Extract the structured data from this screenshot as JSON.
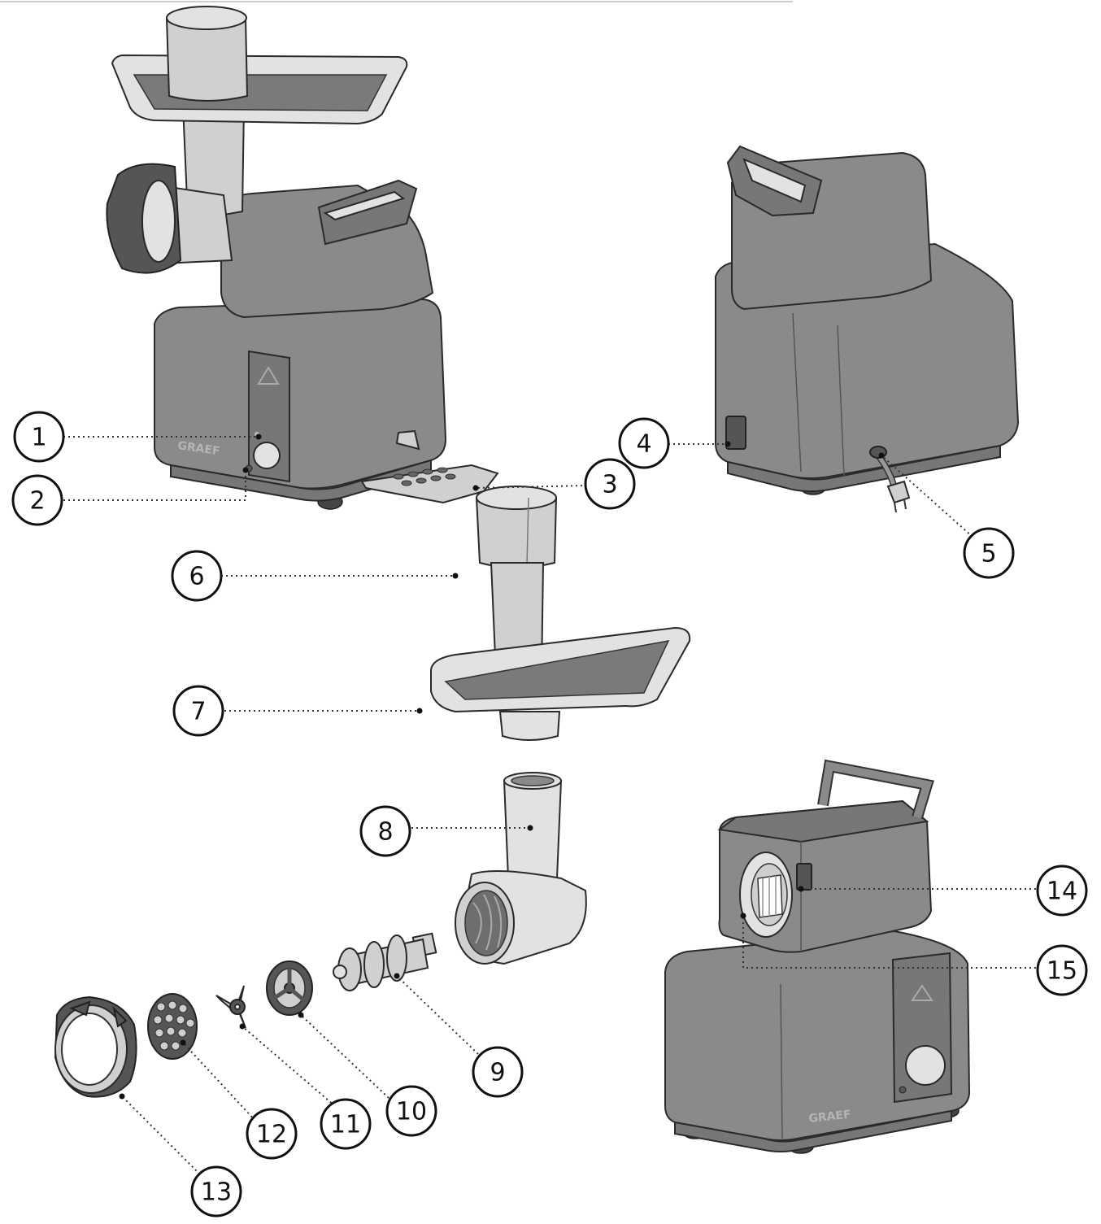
{
  "diagram": {
    "callouts": [
      {
        "id": "1",
        "label": "1"
      },
      {
        "id": "2",
        "label": "2"
      },
      {
        "id": "3",
        "label": "3"
      },
      {
        "id": "4",
        "label": "4"
      },
      {
        "id": "5",
        "label": "5"
      },
      {
        "id": "6",
        "label": "6"
      },
      {
        "id": "7",
        "label": "7"
      },
      {
        "id": "8",
        "label": "8"
      },
      {
        "id": "9",
        "label": "9"
      },
      {
        "id": "10",
        "label": "10"
      },
      {
        "id": "11",
        "label": "11"
      },
      {
        "id": "12",
        "label": "12"
      },
      {
        "id": "13",
        "label": "13"
      },
      {
        "id": "14",
        "label": "14"
      },
      {
        "id": "15",
        "label": "15"
      }
    ],
    "brand_text": "GRAEF"
  }
}
